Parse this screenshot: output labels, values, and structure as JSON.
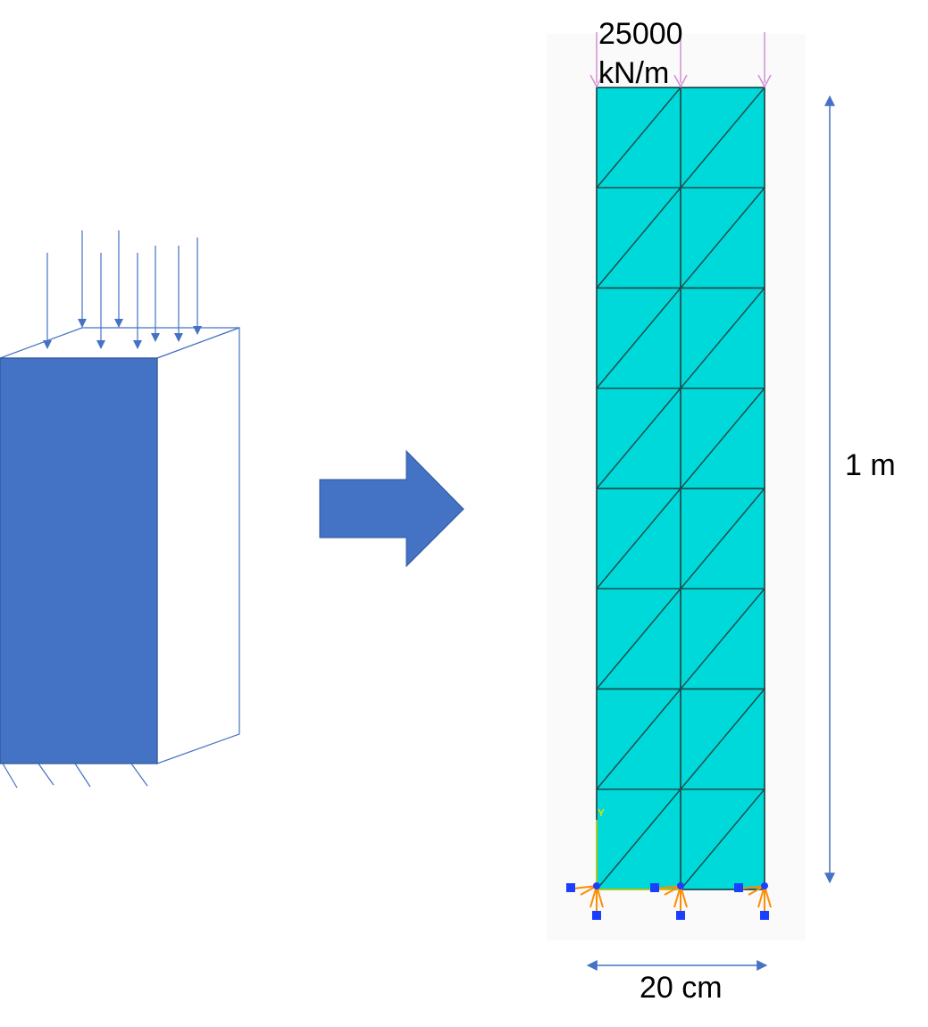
{
  "load_value": "25000",
  "load_unit": "kN/m",
  "height_label": "1 m",
  "width_label": "20 cm",
  "mesh": {
    "columns": 2,
    "rows": 8
  },
  "colors": {
    "block_front": "#4472C4",
    "block_outline": "#2F5597",
    "arrow_line": "#4472C4",
    "mesh_fill": "#00D9D9",
    "mesh_line": "#1E4D4D",
    "load_arrow": "#D58FD5",
    "support": "#FF8C00",
    "support_blue": "#1A3FFF",
    "axis_y": "#E0E000",
    "model_bg": "#FAFAFA"
  },
  "icons": {
    "transform": "block-arrow-right-icon",
    "support": "fixed-support-icon",
    "load": "downward-load-arrow-icon"
  }
}
